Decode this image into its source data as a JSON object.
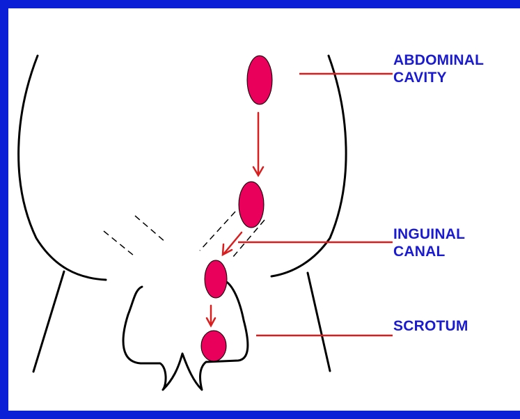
{
  "colors": {
    "background_border": "#0a1fd6",
    "outline": "#000000",
    "testis": "#e8005a",
    "arrow": "#d81e1e",
    "leader_line": "#d81e1e",
    "label_text": "#1a1ad0"
  },
  "labels": {
    "abdominal": {
      "line1": "ABDOMINAL",
      "line2": "CAVITY"
    },
    "inguinal": {
      "line1": "INGUINAL",
      "line2": "CANAL"
    },
    "scrotum": {
      "line1": "SCROTUM"
    }
  }
}
